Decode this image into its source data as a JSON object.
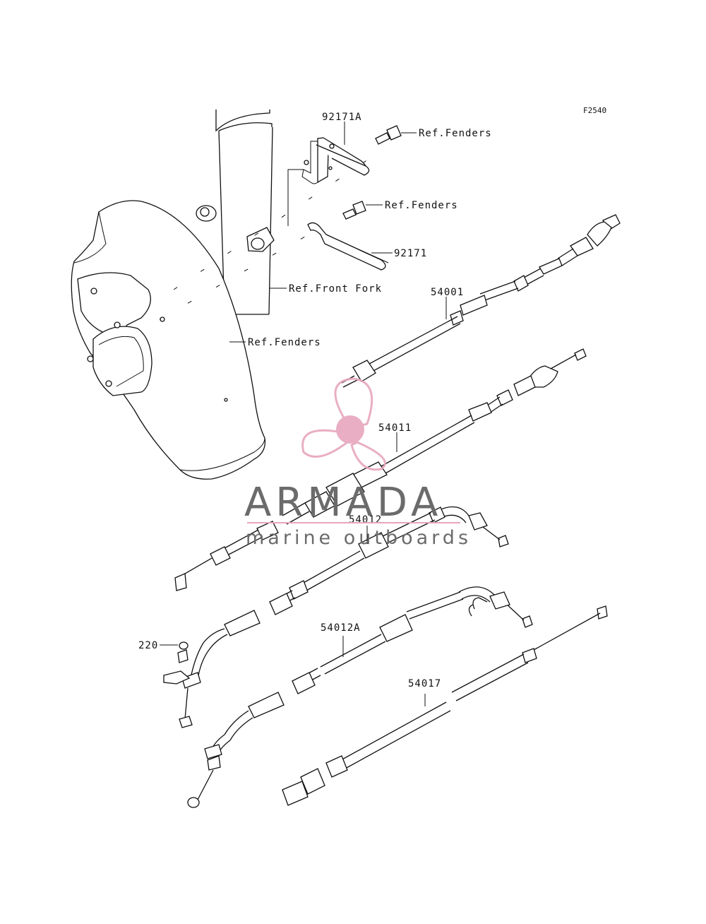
{
  "figure_code": "F2540",
  "callouts": {
    "bracket_a": "92171A",
    "bracket": "92171",
    "speedo_cable": "54001",
    "clutch_cable": "54011",
    "throttle_cable": "54012",
    "throttle_cable_a": "54012A",
    "choke_cable": "54017",
    "nut": "220",
    "ref_fenders_top": "Ref.Fenders",
    "ref_fenders_mid": "Ref.Fenders",
    "ref_fenders_low": "Ref.Fenders",
    "ref_front_fork": "Ref.Front Fork"
  },
  "watermark": {
    "brand": "ARMADA",
    "tagline": "marine outboards",
    "colors": {
      "propeller": "#e7a6bd",
      "text": "#6b6b6b",
      "underline": "#e7a6bd"
    }
  }
}
